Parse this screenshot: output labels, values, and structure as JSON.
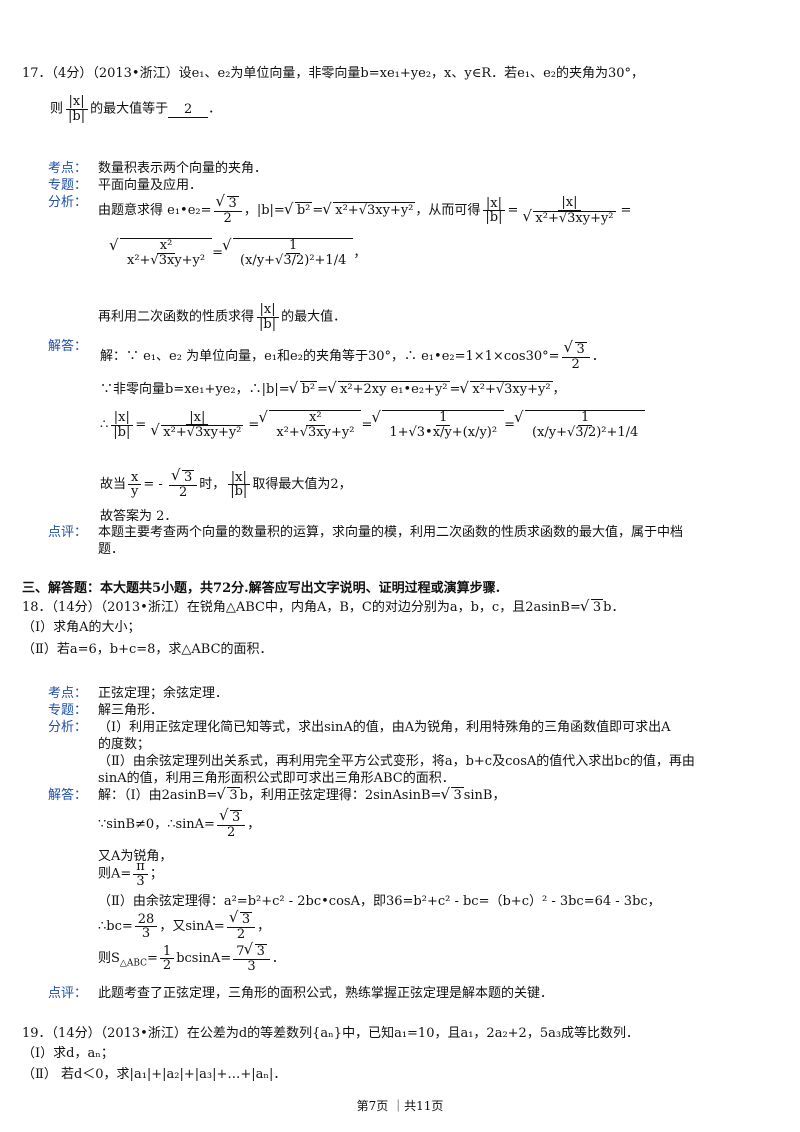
{
  "q17": {
    "stem_a": "17．（4分）（2013•浙江）设",
    "stem_b": "、",
    "stem_c": "为单位向量，非零向量",
    "stem_d": "=x",
    "stem_e": "+y",
    "stem_f": "，x、y∈R．若",
    "stem_g": "、",
    "stem_h": "的夹角为30°，",
    "line2_a": "则",
    "line2_b": "的最大值等于",
    "answer": "2",
    "line2_c": "．",
    "kaodian_label": "考点：",
    "kaodian": "数量积表示两个向量的夹角．",
    "zhuanti_label": "专题：",
    "zhuanti": "平面向量及应用．",
    "fenxi_label": "分析：",
    "fenxi_1a": "由题意求得",
    "fenxi_1b": "，",
    "fenxi_1c": "，从而可得",
    "fenxi_3": "再利用二次函数的性质求得",
    "fenxi_3b": "的最大值．",
    "jieda_label": "解答：",
    "jieda_1a": "解：∵",
    "jieda_1b": "为单位向量，",
    "jieda_1c": "和",
    "jieda_1d": "的夹角等于30°，∴",
    "jieda_1e": "=1×1×cos30°=",
    "jieda_2a": "∵非零向量",
    "jieda_2b": "，∴|",
    "jieda_5a": "故当",
    "jieda_5b": "时，",
    "jieda_5c": "取得最大值为2，",
    "jieda_6": "故答案为 2．",
    "dianping_label": "点评：",
    "dianping": "本题主要考查两个向量的数量积的运算，求向量的模，利用二次函数的性质求函数的最大值，属于中档",
    "dianping2": "题．"
  },
  "section3": "三、解答题：本大题共5小题，共72分.解答应写出文字说明、证明过程或演算步骤.",
  "q18": {
    "stem": "18．（14分）（2013•浙江）在锐角△ABC中，内角A，B，C的对边分别为a，b，c，且2asinB=",
    "stem_end": "b．",
    "p1": "（Ⅰ）求角A的大小；",
    "p2": "（Ⅱ）若a=6，b+c=8，求△ABC的面积．",
    "kaodian_label": "考点：",
    "kaodian": "正弦定理；余弦定理．",
    "zhuanti_label": "专题：",
    "zhuanti": "解三角形．",
    "fenxi_label": "分析：",
    "fenxi_1": "（Ⅰ）利用正弦定理化简已知等式，求出sinA的值，由A为锐角，利用特殊角的三角函数值即可求出A",
    "fenxi_2": "的度数；",
    "fenxi_3": "（Ⅱ）由余弦定理列出关系式，再利用完全平方公式变形，将a，b+c及cosA的值代入求出bc的值，再由",
    "fenxi_4": "sinA的值，利用三角形面积公式即可求出三角形ABC的面积．",
    "jieda_label": "解答：",
    "jieda_1a": "解：（Ⅰ）由2asinB=",
    "jieda_1b": "b，利用正弦定理得：2sinAsinB=",
    "jieda_1c": "sinB，",
    "jieda_2": "∵sinB≠0，∴sinA=",
    "jieda_3": "又A为锐角，",
    "jieda_4": "则A=",
    "jieda_5": "（Ⅱ）由余弦定理得：a²=b²+c² - 2bc•cosA，即36=b²+c² - bc=（b+c）² - 3bc=64 - 3bc，",
    "jieda_6a": "∴bc=",
    "jieda_6b": "，又sinA=",
    "jieda_7a": "则S",
    "jieda_7sub": "△ABC",
    "jieda_7b": "=",
    "jieda_7c": "bcsinA=",
    "dianping_label": "点评：",
    "dianping": "此题考查了正弦定理，三角形的面积公式，熟练掌握正弦定理是解本题的关键．"
  },
  "q19": {
    "stem": "19．（14分）（2013•浙江）在公差为d的等差数列{aₙ}中，已知a₁=10，且a₁，2a₂+2，5a₃成等比数列．",
    "p1": "（Ⅰ）求d，aₙ；",
    "p2": "（Ⅱ） 若d＜0，求|a₁|+|a₂|+|a₃|+…+|aₙ|．"
  },
  "footer": "第7页 ｜共11页"
}
